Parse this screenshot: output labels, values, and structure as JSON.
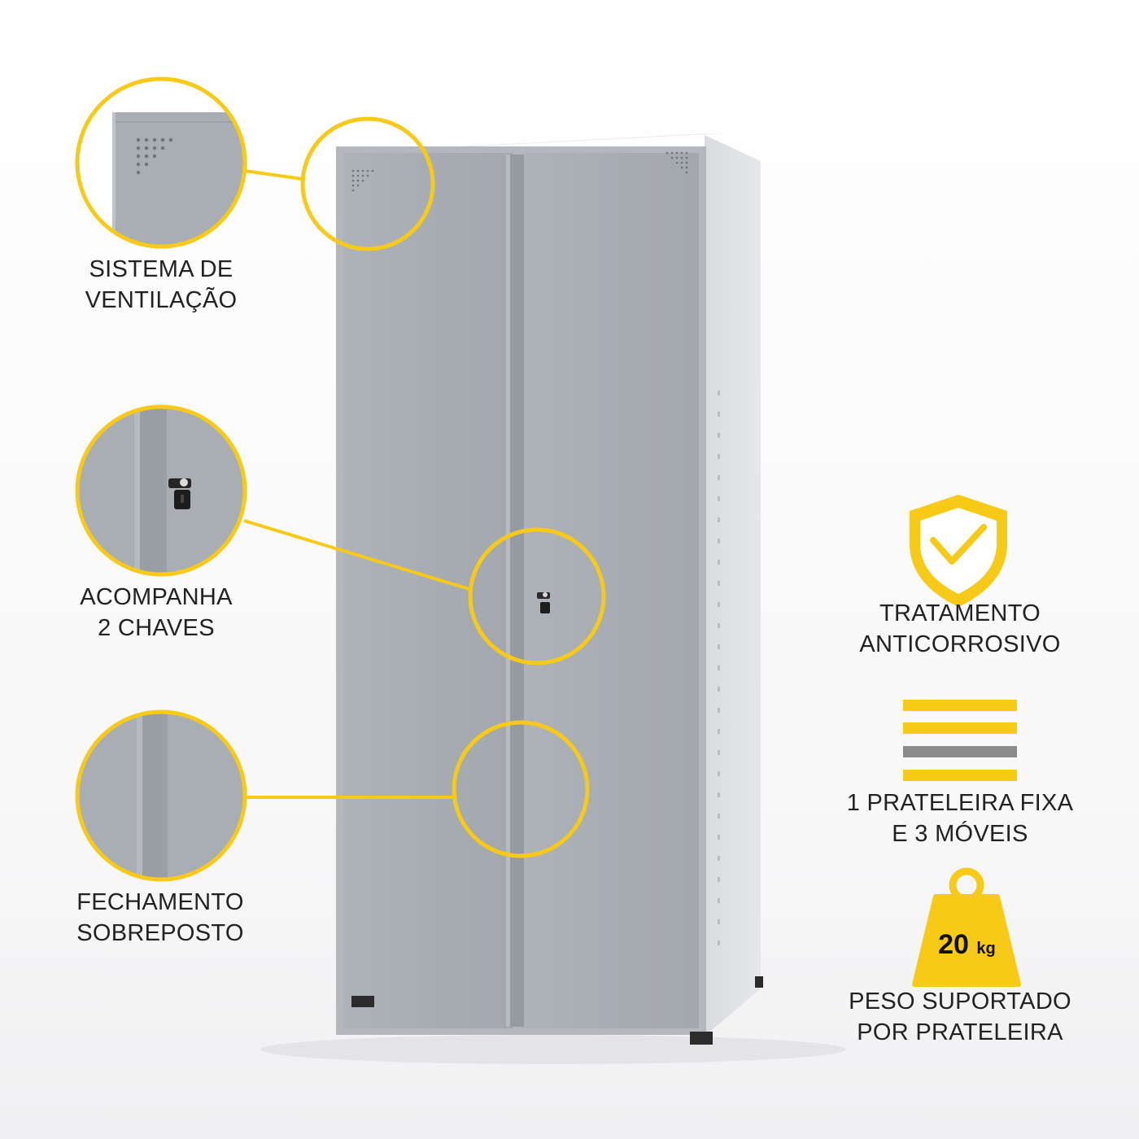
{
  "colors": {
    "accent": "#F7CA18",
    "cabinet_front": "#A9ADB4",
    "cabinet_side": "#DCDEE2",
    "stripe_gray": "#8C8C8C",
    "text": "#222222"
  },
  "features": {
    "ventilation": {
      "line1": "SISTEMA DE",
      "line2": "VENTILAÇÃO"
    },
    "keys": {
      "line1": "ACOMPANHA",
      "line2": "2 CHAVES"
    },
    "closing": {
      "line1": "FECHAMENTO",
      "line2": "SOBREPOSTO"
    }
  },
  "badges": {
    "anticorrosion": {
      "icon": "shield-check-icon",
      "line1": "TRATAMENTO",
      "line2": "ANTICORROSIVO"
    },
    "shelves": {
      "icon": "shelves-stripes-icon",
      "line1": "1 PRATELEIRA FIXA",
      "line2": "E 3 MÓVEIS"
    },
    "weight": {
      "icon": "weight-icon",
      "value": "20",
      "unit": "kg",
      "line1": "PESO SUPORTADO",
      "line2": "POR PRATELEIRA"
    }
  }
}
